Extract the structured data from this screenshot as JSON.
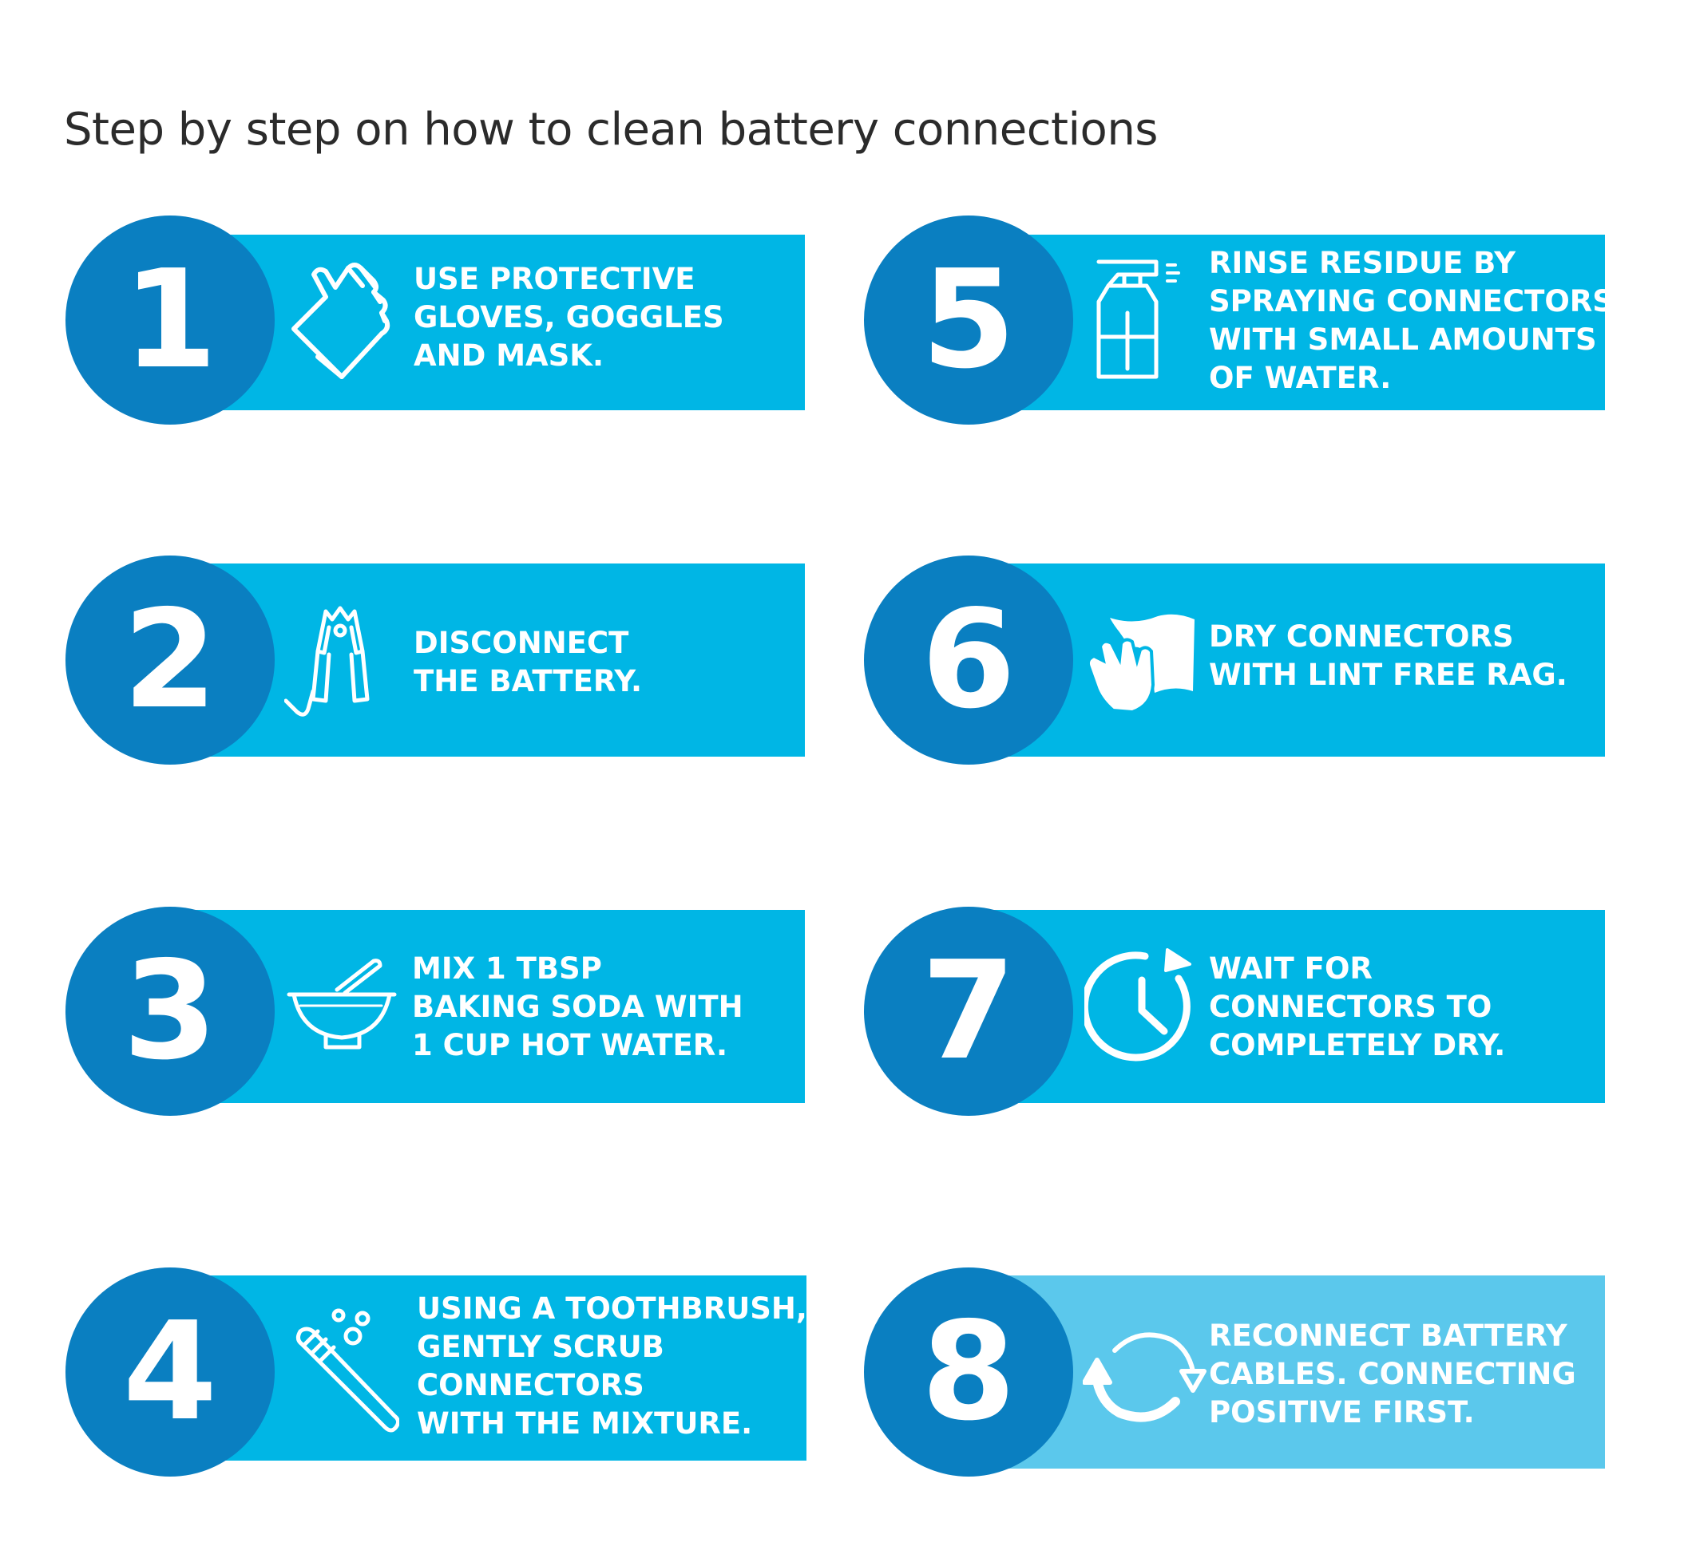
{
  "title": "Step by step on how to clean battery connections",
  "steps": [
    {
      "number": "1",
      "icon": "glove-icon",
      "lines": [
        "USE PROTECTIVE",
        "GLOVES, GOGGLES",
        "AND MASK."
      ]
    },
    {
      "number": "2",
      "icon": "battery-clamp-icon",
      "lines": [
        "DISCONNECT",
        "THE BATTERY."
      ]
    },
    {
      "number": "3",
      "icon": "mixing-bowl-icon",
      "lines": [
        "MIX 1 TBSP",
        "BAKING SODA WITH",
        "1 CUP HOT WATER."
      ]
    },
    {
      "number": "4",
      "icon": "toothbrush-icon",
      "lines": [
        "USING A TOOTHBRUSH,",
        "GENTLY SCRUB",
        "CONNECTORS",
        "WITH THE MIXTURE."
      ]
    },
    {
      "number": "5",
      "icon": "spray-bottle-icon",
      "lines": [
        "RINSE RESIDUE BY",
        "SPRAYING CONNECTORS",
        "WITH SMALL AMOUNTS",
        "OF WATER."
      ]
    },
    {
      "number": "6",
      "icon": "hand-wiping-icon",
      "lines": [
        "DRY CONNECTORS",
        "WITH LINT FREE RAG."
      ]
    },
    {
      "number": "7",
      "icon": "clock-icon",
      "lines": [
        "WAIT FOR",
        "CONNECTORS TO",
        "COMPLETELY DRY."
      ]
    },
    {
      "number": "8",
      "icon": "reconnect-arrows-icon",
      "lines": [
        "RECONNECT BATTERY",
        "CABLES. CONNECTING",
        "POSITIVE FIRST."
      ]
    }
  ],
  "colors": {
    "band": "#00b6e5",
    "band_light": "#5bc8ec",
    "circle": "#0a7fc1",
    "title": "#2b2b2b"
  }
}
